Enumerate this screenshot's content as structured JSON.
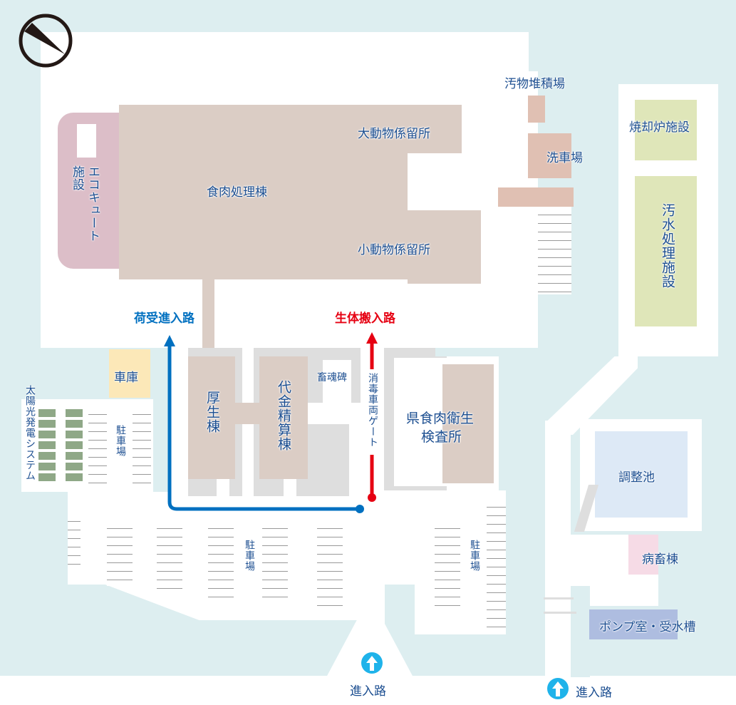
{
  "map_title": "",
  "labels": {
    "main_plant": "食肉処理棟",
    "large_animal_pen": "大動物係留所",
    "small_animal_pen": "小動物係留所",
    "eco_cute_1": "エコキュート",
    "eco_cute_2": "施設",
    "waste_storage": "汚物堆積場",
    "car_wash": "洗車場",
    "incinerator": "焼却炉施設",
    "sewage": "汚水処理施設",
    "receiving_route": "荷受進入路",
    "livestock_route": "生体搬入路",
    "garage": "車庫",
    "welfare": "厚生棟",
    "payment": "代金精算棟",
    "monument": "畜魂碑",
    "disinfection_gate": "消毒車両ゲート",
    "inspection_1": "県食肉衛生",
    "inspection_2": "検査所",
    "solar": "太陽光発電システム",
    "parking_1": "駐車場",
    "parking_2": "駐車場",
    "parking_3": "駐車場",
    "pond": "調整池",
    "sick_animal": "病畜棟",
    "pump": "ポンプ室・受水槽",
    "entrance_1": "進入路",
    "entrance_2": "進入路"
  },
  "colors": {
    "receiving_route": "#0070c0",
    "livestock_route": "#e60012",
    "entrance_icon": "#1fb3ea"
  },
  "icons": {
    "compass": "north-arrow-icon",
    "entrance": "arrow-up-circle-icon"
  }
}
